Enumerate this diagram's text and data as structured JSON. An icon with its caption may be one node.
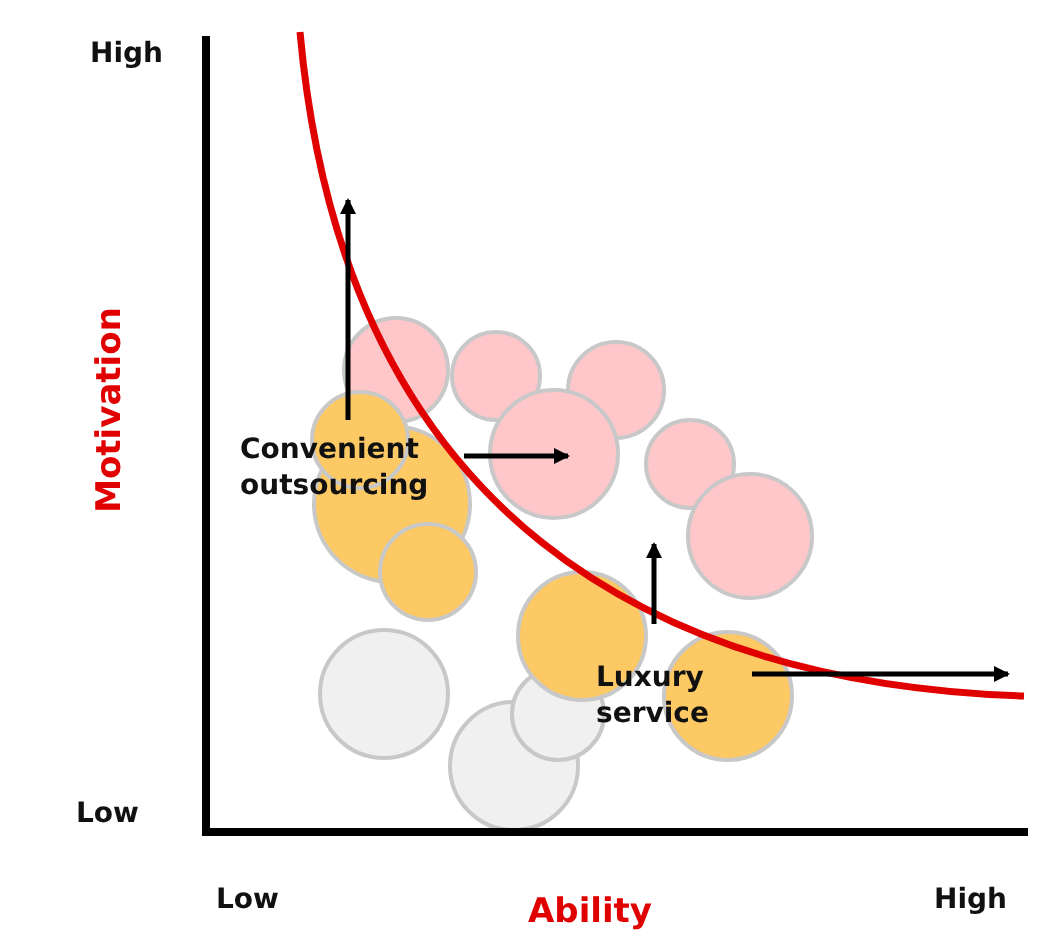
{
  "diagram": {
    "labels": [
      "High",
      "Motivation",
      "Low",
      "Convenient outsourcing",
      "Luxury service",
      "Low",
      "Ability",
      "High"
    ]
  }
}
